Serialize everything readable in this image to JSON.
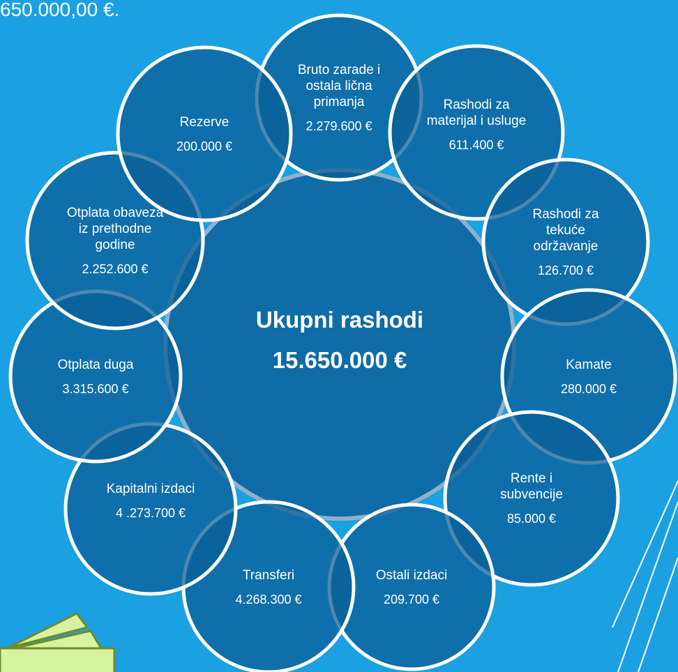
{
  "header_text": "650.000,00 €.",
  "center": {
    "title": "Ukupni rashodi",
    "total": "15.650.000 €"
  },
  "items": [
    {
      "label": "Bruto zarade i ostala lična primanja",
      "value": "2.279.600 €"
    },
    {
      "label": "Rashodi za materijal i usluge",
      "value": "611.400 €"
    },
    {
      "label": "Rashodi za tekuće održavanje",
      "value": "126.700 €"
    },
    {
      "label": "Kamate",
      "value": "280.000 €"
    },
    {
      "label": "Rente i subvencije",
      "value": "85.000 €"
    },
    {
      "label": "Ostali izdaci",
      "value": "209.700 €"
    },
    {
      "label": "Transferi",
      "value": "4.268.300 €"
    },
    {
      "label": "Kapitalni izdaci",
      "value": "4 .273.700 €"
    },
    {
      "label": "Otplata duga",
      "value": "3.315.600 €"
    },
    {
      "label": "Otplata obaveza iz prethodne godine",
      "value": "2.252.600 €"
    },
    {
      "label": "Rezerve",
      "value": "200.000 €"
    }
  ],
  "colors": {
    "background": "#1ba0e2",
    "circle_fill": "#0b5e96",
    "circle_stroke": "#ffffff"
  }
}
